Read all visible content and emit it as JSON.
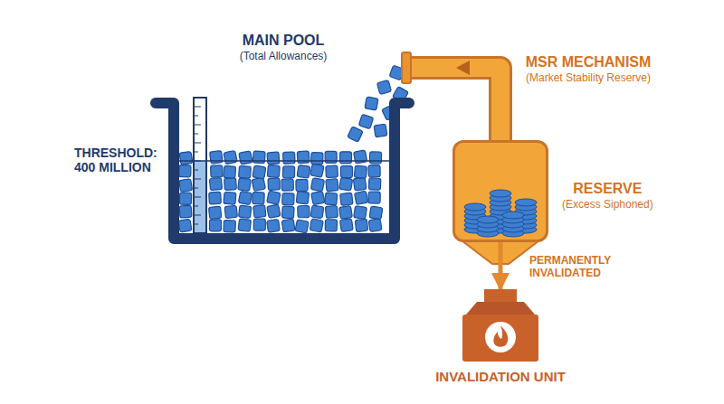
{
  "diagram": {
    "nodes": [
      {
        "text": [
          "MAIN POOL",
          "(Total Allowances)"
        ]
      },
      {
        "text": [
          "RESERVE",
          "(Excess Siphoned)"
        ]
      },
      {
        "text": [
          "INVALIDATION UNIT"
        ]
      }
    ],
    "edges": [
      {
        "from": 1,
        "to": 0,
        "arrow": "to"
      },
      {
        "from": 1,
        "to": 2,
        "label": "PERMANENTLY INVALIDATED",
        "arrow": "to"
      }
    ],
    "labels": [
      "MSR MECHANISM",
      "(Market Stability Reserve)",
      "THRESHOLD: 400 MILLION"
    ]
  }
}
